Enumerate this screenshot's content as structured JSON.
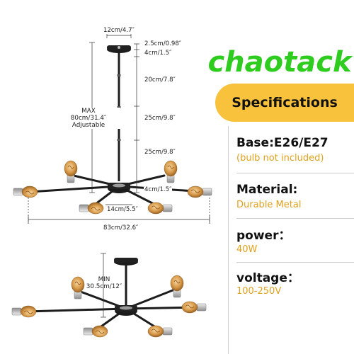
{
  "brand": "chaotack",
  "specs_title": "Specifications",
  "specs": [
    {
      "title": "Base:E26/E27",
      "value": "(bulb not included)"
    },
    {
      "title": "Material:",
      "value": "Durable Metal"
    },
    {
      "title": "power：",
      "value": "40W"
    },
    {
      "title": "voltage：",
      "value": "100-250V"
    }
  ],
  "dimensions": {
    "canopy_width": "12cm/4.7″",
    "canopy_height": "2.5cm/0.98″",
    "rod_top": "4cm/1.5″",
    "rod_1": "20cm/7.8″",
    "rod_2": "25cm/9.8″",
    "rod_3": "25cm/9.8″",
    "body_height": "4cm/1.5″",
    "max_label": "MAX",
    "max_value": "80cm/31.4″",
    "max_note": "Adjustable",
    "body_width": "14cm/5.5″",
    "total_width": "83cm/32.6″",
    "min_label": "MIN",
    "min_value": "30.5cm/12″"
  },
  "colors": {
    "brand_green": "#2ecc1f",
    "banner_yellow": "#f9c23c",
    "value_gold": "#e0a11d",
    "fixture_black": "#1c1c1c",
    "socket_silver": "#c9c9c9",
    "bulb_amber": "#d89a4a"
  }
}
